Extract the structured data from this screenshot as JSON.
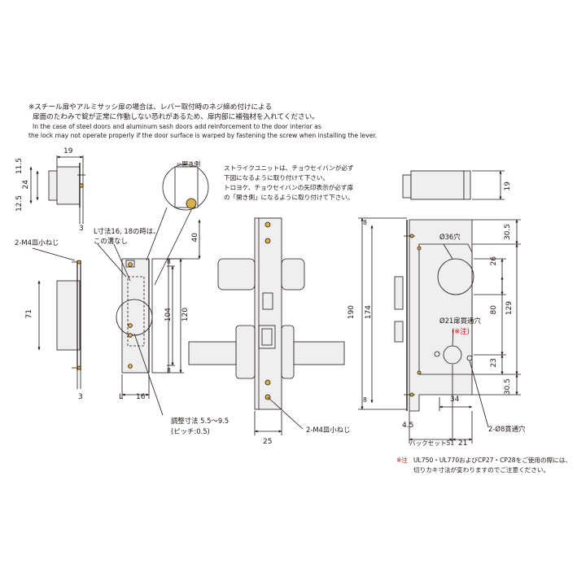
{
  "notes": {
    "line1": "※スチール扉やアルミサッシ扉の場合は、レバー取付時のネジ締め付けによる",
    "line2": "扉面のたわみで錠が正常に作動しない恐れがあるため、扉内部に補強材を入れてください。",
    "line3": "In the case of steel doors and aluminum sash doors add reinforcement to the door interior as",
    "line4": "the lock may not operate properly if the door surface is warped by fastening the screw when installing the lever."
  },
  "strike_note": {
    "line1": "ストライクユニットは、チョウセイバンが必ず",
    "line2": "下図になるように取り付けて下さい。",
    "line3": "トロヨケ、チョウセイバンの矢印表示が必ず扉",
    "line4": "の「開き側」になるように取り付けて下さい。"
  },
  "callout": {
    "open_side": "⇦開き側"
  },
  "dims_left": {
    "d19": "19",
    "d11_5": "11.5",
    "d24": "24",
    "d12_5": "12.5",
    "d3_top": "3",
    "screw": "2-M4皿小ねじ",
    "d71": "71",
    "d3_bottom": "3",
    "groove_line1": "L寸法16, 18の時は、",
    "groove_line2": "この溝なし",
    "d40": "40",
    "d104": "104",
    "d120": "120",
    "d8_top": "8",
    "d8_bottom": "8",
    "L": "L",
    "d16": "16",
    "adjust_line1": "調整寸法 5.5〜9.5",
    "adjust_line2": "(ピッチ:0.5)"
  },
  "dims_center": {
    "d190": "190",
    "d174": "174",
    "d8_top": "8",
    "d8_bottom": "8",
    "d25": "25",
    "screw": "2-M4皿小ねじ"
  },
  "dims_right": {
    "d19": "19",
    "d30_5_top": "30.5",
    "d26": "26",
    "d129": "129",
    "d80": "80",
    "d23": "23",
    "d30_5_bottom": "30.5",
    "hole36": "Ø36穴",
    "hole21": "Ø21扉貫通穴",
    "hole21_note": "(※注)",
    "d34": "34",
    "d4_5": "4.5",
    "backset": "バックセット51",
    "d21": "21",
    "hole8": "2-Ø8貫通穴"
  },
  "footnote": {
    "mark": "※注",
    "line1": "UL750・UL770およびCP27・CP28をご使用の際には、",
    "line2": "切りカキ寸法が変わりますのでご注意ください。"
  },
  "colors": {
    "line": "#231815",
    "part_fill": "#efefef",
    "red_note": "#e60012",
    "screw_fill": "#d8b04a"
  }
}
